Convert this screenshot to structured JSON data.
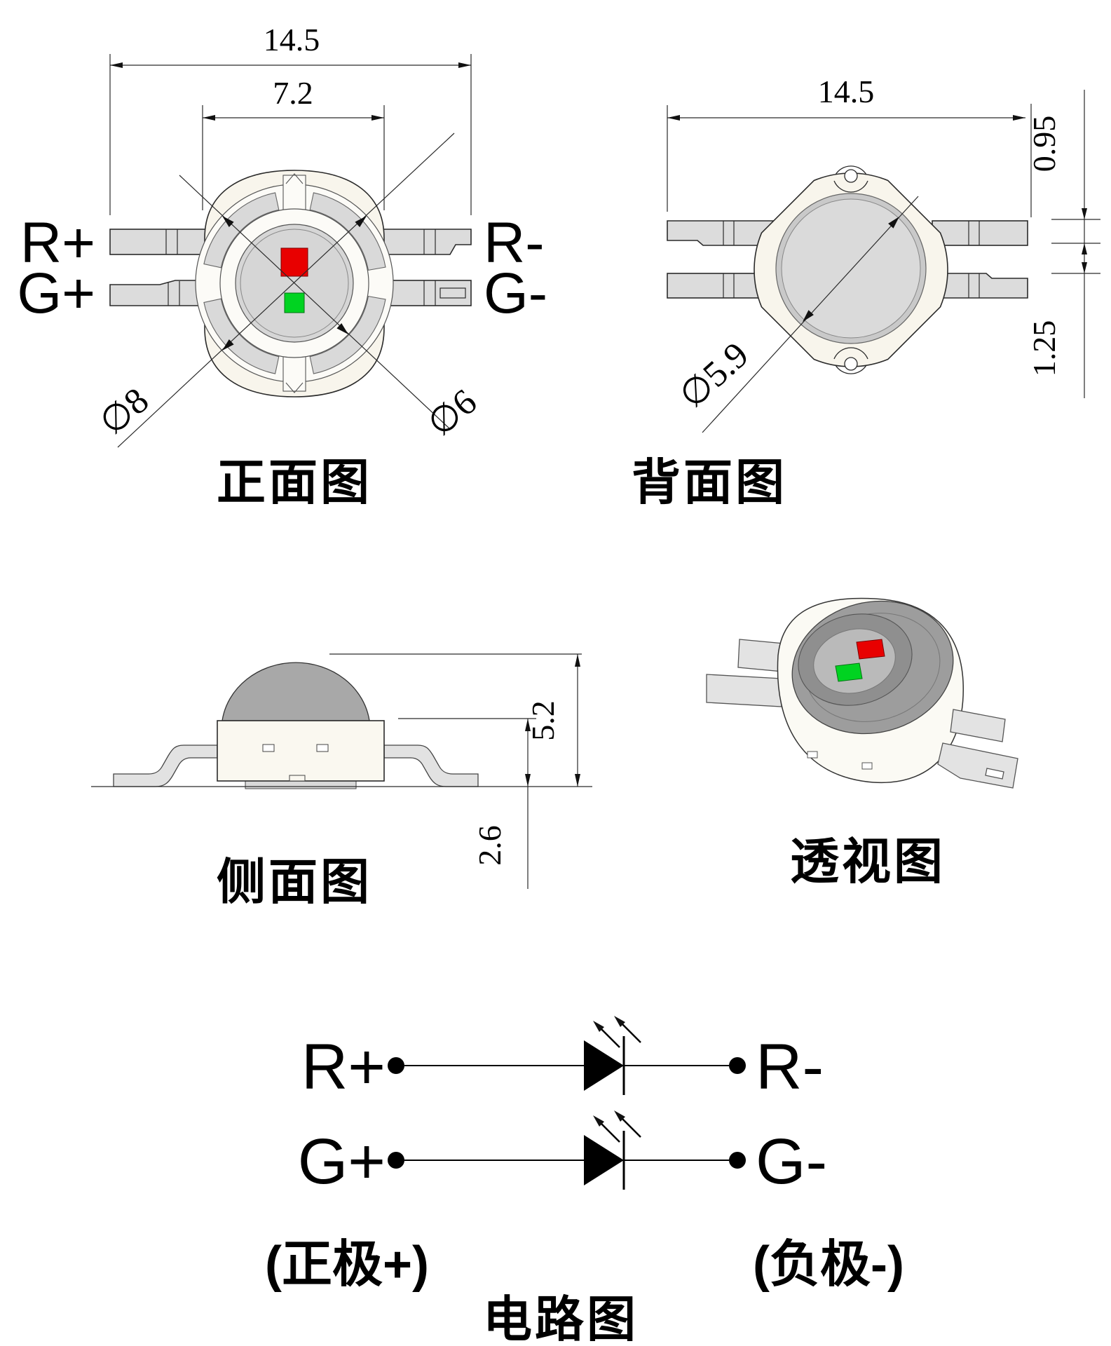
{
  "drawing": {
    "front": {
      "label": "正面图",
      "dim_total_width": "14.5",
      "dim_inner_width": "7.2",
      "dim_ring_diameter": "∅8",
      "dim_cup_diameter": "∅6",
      "pin_top_left": "R+",
      "pin_bottom_left": "G+",
      "pin_top_right": "R-",
      "pin_bottom_right": "G-"
    },
    "back": {
      "label": "背面图",
      "dim_total_width": "14.5",
      "dim_lead_thickness": "0.95",
      "dim_lead_gap": "1.25",
      "dim_slug_diameter": "∅5.9"
    },
    "side": {
      "label": "侧面图",
      "dim_total_height": "5.2",
      "dim_body_height": "2.6"
    },
    "perspective": {
      "label": "透视图"
    },
    "circuit": {
      "label": "电路图",
      "red_anode": "R+",
      "red_cathode": "R-",
      "green_anode": "G+",
      "green_cathode": "G-",
      "anode_note": "(正极+)",
      "cathode_note": "(负极-)"
    },
    "colors": {
      "red_chip": "#e80000",
      "green_chip": "#00d321",
      "body_fill": "#f8f5ec",
      "lead_fill": "#dcdcdc",
      "dome_fill": "#a8a8a8",
      "line": "#2a2a2a"
    }
  }
}
